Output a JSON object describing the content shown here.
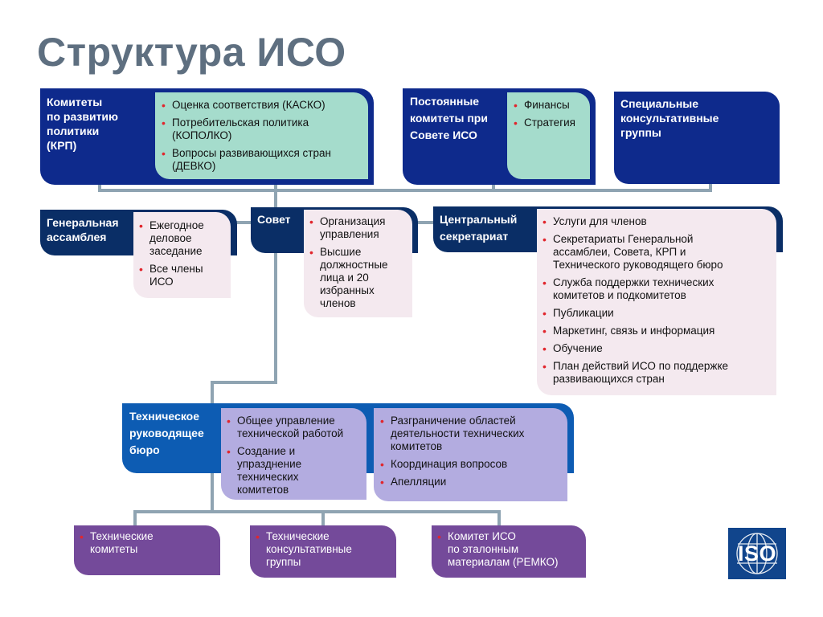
{
  "title": "Структура ИСО",
  "policy_committees": {
    "title": "Комитеты\nпо развитию\nполитики\n(КРП)",
    "items": [
      "Оценка соответствия (КАСКО)",
      "Потребительская политика\n   (КОПОЛКО)",
      "Вопросы развивающихся стран\n   (ДЕВКО)"
    ]
  },
  "standing_committees": {
    "title": "Постоянные\nкомитеты при\nСовете ИСО",
    "items": [
      "Финансы",
      "Стратегия"
    ]
  },
  "special_groups": {
    "title": "Специальные\nконсультативные\nгруппы"
  },
  "general_assembly": {
    "title": "Генеральная\nассамблея",
    "items": [
      "Ежегодное\nделовое\nзаседание",
      "Все члены\nИСО"
    ]
  },
  "council": {
    "title": "Совет",
    "items": [
      "Организация\nуправления",
      "Высшие\nдолжностные\nлица и 20\nизбранных\nчленов"
    ]
  },
  "central_secretariat": {
    "title": "Центральный\nсекретариат",
    "items": [
      "Услуги для членов",
      "Секретариаты Генеральной\nассамблеи, Совета, КРП и\nТехнического руководящего бюро",
      "Служба поддержки технических\nкомитетов и подкомитетов",
      "Публикации",
      "Маркетинг, связь и информация",
      "Обучение",
      "План действий ИСО по поддержке\nразвивающихся стран"
    ]
  },
  "tmb": {
    "title": "Техническое\nруководящее\nбюро",
    "items_left": [
      "Общее управление\nтехнической работой",
      "Создание и\nупразднение\nтехнических\n  комитетов"
    ],
    "items_right": [
      "Разграничение областей\nдеятельности технических\nкомитетов",
      "Координация вопросов",
      "Апелляции"
    ]
  },
  "bottom": {
    "tech_committees": "Технические\nкомитеты",
    "tech_advisory": "Технические\nконсультативные\nгруппы",
    "remco": "Комитет ИСО\nпо эталонным\nматериалам (РЕМКО)"
  },
  "logo_text": "ISO",
  "colors": {
    "navy": "#0e2a8c",
    "blue": "#0d5cb3",
    "dark_navy": "#0a2e66",
    "purple": "#744a9a",
    "mint": "#a5dccc",
    "pink": "#f4e9ef",
    "lavender": "#b3ace0",
    "connector": "#8fa4b2",
    "bullet": "#e1262d",
    "title": "#5e6f80"
  }
}
